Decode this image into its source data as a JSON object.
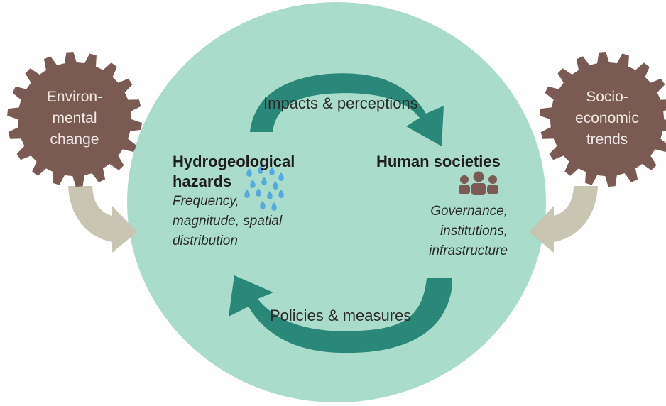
{
  "left_driver": {
    "lines": [
      "Environ-",
      "mental",
      "change"
    ]
  },
  "right_driver": {
    "lines": [
      "Socio-",
      "economic",
      "trends"
    ]
  },
  "top_flow": {
    "label": "Impacts & perceptions"
  },
  "bottom_flow": {
    "label": "Policies & measures"
  },
  "hazards": {
    "title_line1": "Hydrogeological",
    "title_line2": "hazards",
    "desc_lines": [
      "Frequency,",
      "magnitude, spatial",
      "distribution"
    ],
    "icon": "raindrops-icon"
  },
  "societies": {
    "title": "Human societies",
    "desc_lines": [
      "Governance,",
      "institutions,",
      "infrastructure"
    ],
    "icon": "people-group-icon"
  },
  "colors": {
    "circle": "#a9dccb",
    "cycle_arrow": "#2a8878",
    "gear": "#7a5a52",
    "side_arrow": "#c8c6b3",
    "icon_drops": "#55a9dc",
    "icon_people": "#7a5a52"
  }
}
